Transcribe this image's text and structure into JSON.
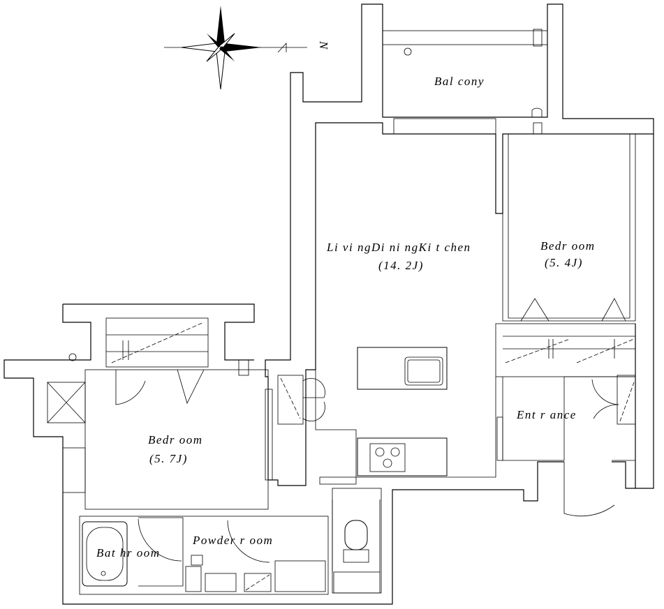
{
  "compass": {
    "north_label": "N"
  },
  "rooms": {
    "balcony": {
      "name": "Bal cony"
    },
    "ldk": {
      "name": "Li vi ngDi ni ngKi t chen",
      "area": "(14. 2J)"
    },
    "bedroom_right": {
      "name": "Bedr oom",
      "area": "(5. 4J)"
    },
    "bedroom_left": {
      "name": "Bedr oom",
      "area": "(5. 7J)"
    },
    "entrance": {
      "name": "Ent r ance"
    },
    "powder_room": {
      "name": "Powder r oom"
    },
    "bathroom": {
      "name": "Bat hr oom"
    }
  }
}
